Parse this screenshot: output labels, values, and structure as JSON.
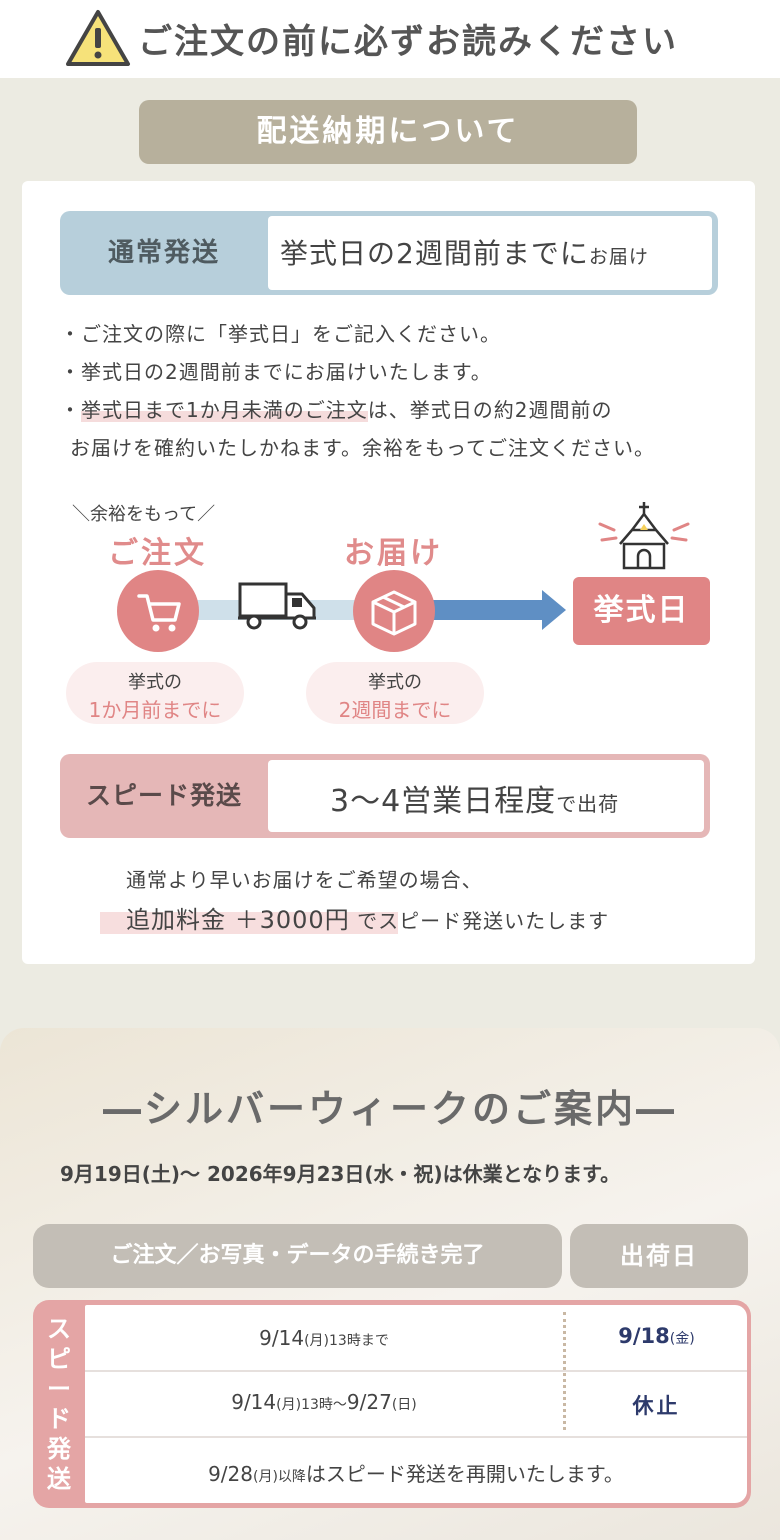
{
  "header": {
    "title": "ご注文の前に必ずお読みください",
    "warning_icon": "warning-triangle-icon"
  },
  "delivery": {
    "section_title": "配送納期について",
    "normal": {
      "label": "通常発送",
      "value_main": "挙式日の2週間前までに",
      "value_small": "お届け"
    },
    "notes": [
      "・ご注文の際に「挙式日」をご記入ください。",
      "・挙式日の2週間前までにお届けいたします。"
    ],
    "note3_prefix": "・",
    "note3_highlight": "挙式日まで1か月未満のご注文",
    "note3_rest": "は、挙式日の約2週間前の",
    "note3_line2": "お届けを確約いたしかねます。余裕をもってご注文ください。",
    "flow": {
      "tag": "＼余裕をもって／",
      "order_label": "ご注文",
      "delivery_label": "お届け",
      "ceremony_label": "挙式日",
      "bubble1_line1": "挙式の",
      "bubble1_line2": "1か月前までに",
      "bubble2_line1": "挙式の",
      "bubble2_line2": "2週間までに",
      "icons": [
        "cart-icon",
        "truck-icon",
        "box-icon",
        "church-icon"
      ]
    },
    "speed": {
      "label": "スピード発送",
      "value_main": "3〜4営業日程度",
      "value_small": "で出荷",
      "desc1": "通常より早いお届けをご希望の場合、",
      "desc2_main": "追加料金 ＋3000円",
      "desc2_rest": " でスピード発送いたします"
    }
  },
  "silver_week": {
    "title": "―シルバーウィークのご案内―",
    "desc": "9月19日(土)〜 2026年9月23日(水・祝)は休業となります。",
    "header_col1": "ご注文／お写真・データの手続き完了",
    "header_col2": "出荷日",
    "side_label": [
      "ス",
      "ピ",
      "ー",
      "ド",
      "発",
      "送"
    ],
    "row1": {
      "date": "9/14",
      "wd": "(月)",
      "time": "13時まで",
      "ship": "9/18",
      "ship_wd": "(金)"
    },
    "row2": {
      "date": "9/14",
      "wd": "(月)",
      "time": "13時〜",
      "date2": "9/27",
      "wd2": "(日)",
      "ship": "休止"
    },
    "row3": {
      "date": "9/28",
      "wd": "(月)",
      "suffix": "以降",
      "text": "はスピード発送を再開いたします。"
    }
  },
  "colors": {
    "pink": "#e08585",
    "blue_box": "#b7cfdb",
    "khaki": "#b7b09c",
    "navy": "#2d3a6b"
  }
}
